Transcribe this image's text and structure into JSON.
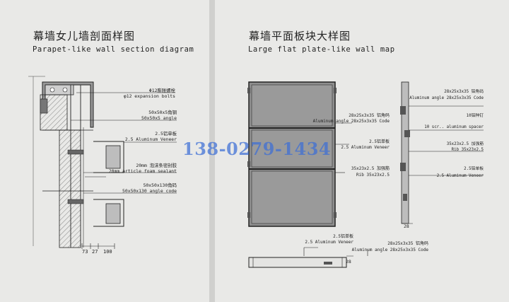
{
  "left_panel": {
    "title_cn": "幕墙女儿墙剖面样图",
    "title_en": "Parapet-like wall section diagram",
    "callouts": [
      {
        "cn": "Φ12膨胀螺栓",
        "en": "φ12 expansion bolts"
      },
      {
        "cn": "50x50x5角钢",
        "en": "50x50x5 angle"
      },
      {
        "cn": "2.5铝单板",
        "en": "2.5 Aluminum Veneer"
      },
      {
        "cn": "20mm 泡沫条密封胶",
        "en": "20mm article foam sealant"
      },
      {
        "cn": "50x50x130角码",
        "en": "50x50x130 angle code"
      }
    ],
    "dims": [
      "73",
      "27",
      "100"
    ]
  },
  "right_panel": {
    "title_cn": "幕墙平面板块大样图",
    "title_en": "Large flat plate-like wall map",
    "callouts": [
      {
        "cn": "28x25x3x35 铝角码",
        "en": "Aluminum angle 28x25x3x35 Code"
      },
      {
        "cn": "2.5铝单板",
        "en": "2.5 Aluminum Veneer"
      },
      {
        "cn": "35x23x2.5 加强筋",
        "en": "Rib 35x23x2.5"
      },
      {
        "cn": "28x25x3x35 铝角码",
        "en": "Aluminum angle 28x25x3x35 Code"
      },
      {
        "cn": "10铝种钉",
        "en": "10 scr.. aluminum spacer"
      },
      {
        "cn": "35x23x2.5 加强筋",
        "en": "Rib 35x23x2.5"
      },
      {
        "cn": "2.5铝单板",
        "en": "2.5 Aluminum Veneer"
      },
      {
        "cn": "2.5铝单板",
        "en": "2.5 Aluminum Veneer"
      },
      {
        "cn": "28x25x3x35 铝角码",
        "en": "Aluminum angle 28x25x3x35 Code"
      }
    ],
    "dims": [
      "28",
      "28"
    ]
  },
  "watermark": "138-0279-1434"
}
